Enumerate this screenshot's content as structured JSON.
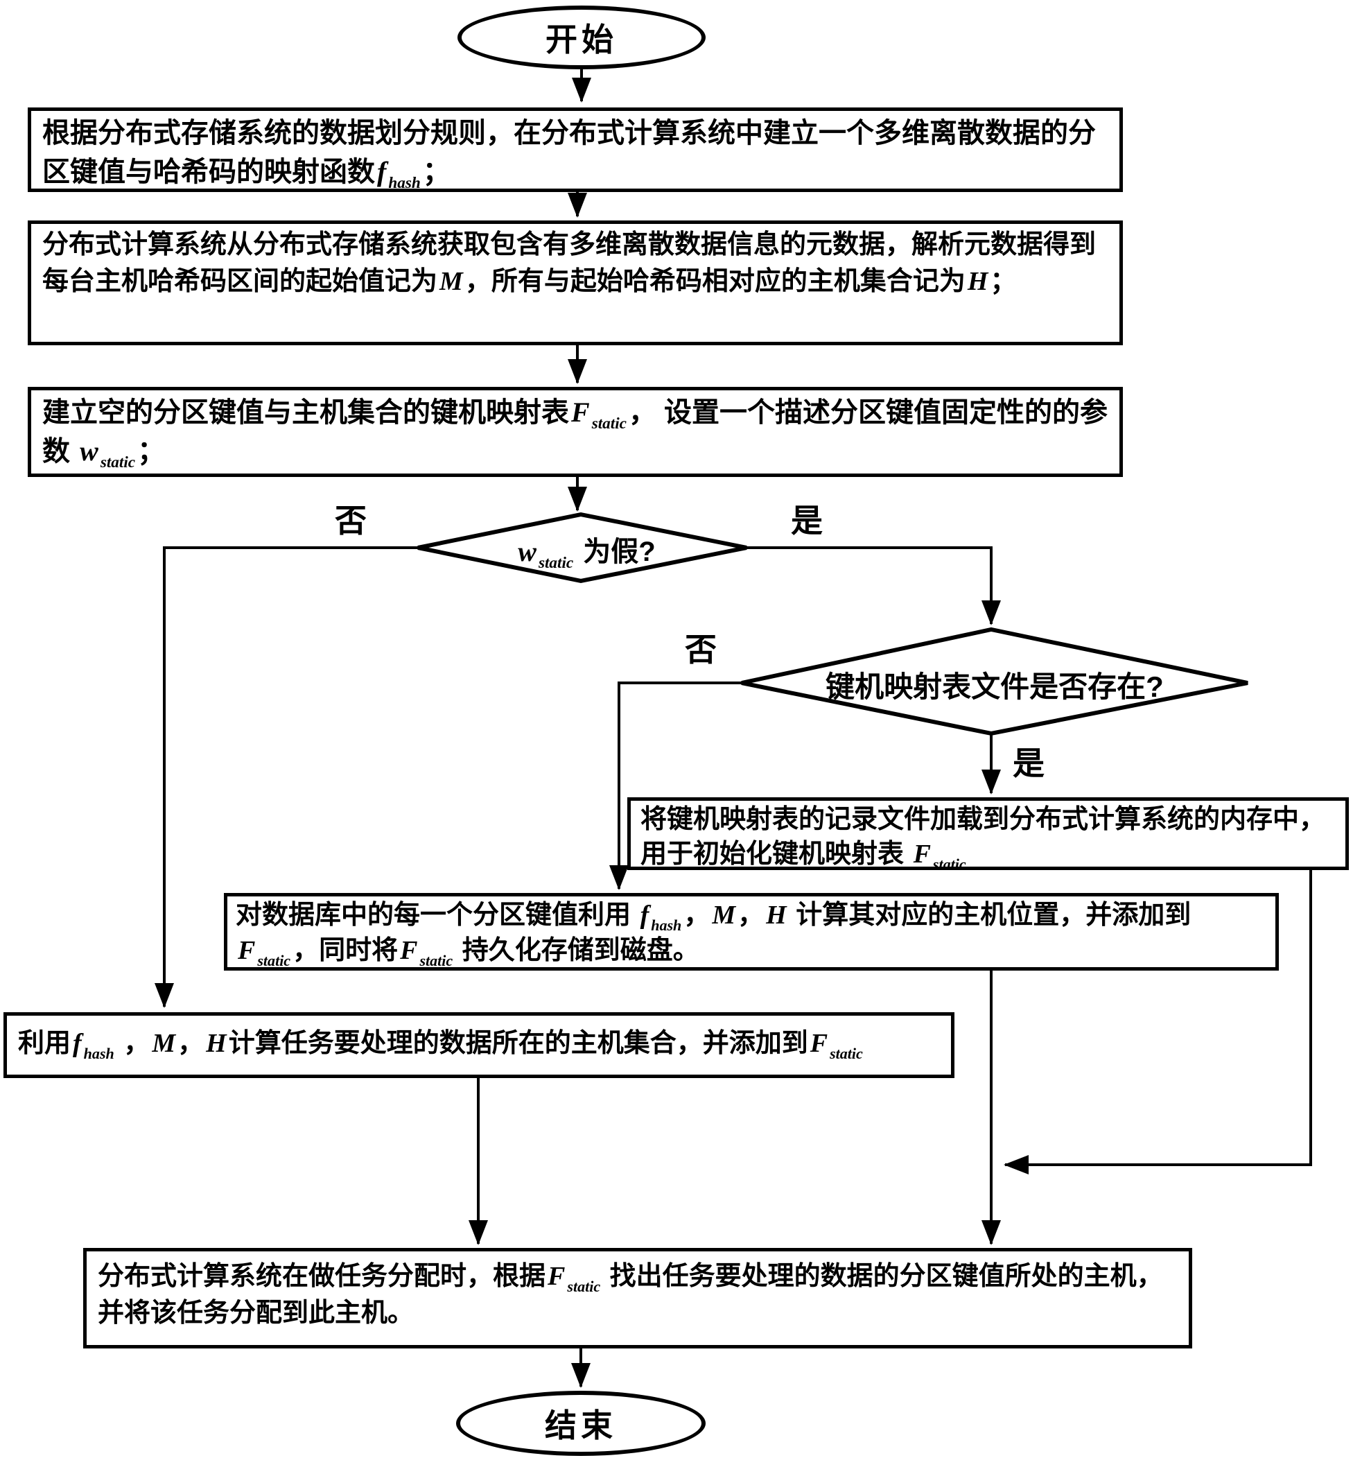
{
  "colors": {
    "stroke": "#000000",
    "background": "#ffffff"
  },
  "nodes": {
    "start": {
      "label": "开始"
    },
    "step1": {
      "segments": [
        {
          "t": "根据分布式存储系统的数据划分规则，在分布式计算系统中建立一个多维离散数据的分区键值与哈希码的映射函数"
        },
        {
          "v": "f",
          "s": "hash"
        },
        {
          "t": "；"
        }
      ]
    },
    "step2": {
      "segments": [
        {
          "t": "分布式计算系统从分布式存储系统获取包含有多维离散数据信息的元数据，解析元数据得到每台主机哈希码区间的起始值记为"
        },
        {
          "v": "M"
        },
        {
          "t": "，所有与起始哈希码相对应的主机集合记为"
        },
        {
          "v": "H"
        },
        {
          "t": "；"
        }
      ]
    },
    "step3": {
      "segments": [
        {
          "t": "建立空的分区键值与主机集合的键机映射表"
        },
        {
          "v": "F",
          "s": "static"
        },
        {
          "t": "， 设置一个描述分区键值固定性的的参数 "
        },
        {
          "v": "w",
          "s": "static"
        },
        {
          "t": "；"
        }
      ]
    },
    "decision1": {
      "segments": [
        {
          "v": "w",
          "s": "static"
        },
        {
          "t": " 为假?"
        }
      ]
    },
    "decision2": {
      "segments": [
        {
          "t": "键机映射表文件是否存在?"
        }
      ]
    },
    "step4": {
      "segments": [
        {
          "t": "将键机映射表的记录文件加载到分布式计算系统的内存中，用于初始化键机映射表 "
        },
        {
          "v": "F",
          "s": "static"
        }
      ]
    },
    "step5": {
      "segments": [
        {
          "t": "对数据库中的每一个分区键值利用 "
        },
        {
          "v": "f",
          "s": "hash"
        },
        {
          "t": "，"
        },
        {
          "v": "M"
        },
        {
          "t": "，"
        },
        {
          "v": "H"
        },
        {
          "t": " 计算其对应的主机位置，并添加到 "
        },
        {
          "v": "F",
          "s": "static"
        },
        {
          "t": "，同时将"
        },
        {
          "v": "F",
          "s": "static"
        },
        {
          "t": " 持久化存储到磁盘。"
        }
      ]
    },
    "step6": {
      "segments": [
        {
          "t": "利用"
        },
        {
          "v": "f",
          "s": "hash"
        },
        {
          "t": " ，"
        },
        {
          "v": "M"
        },
        {
          "t": "，"
        },
        {
          "v": "H"
        },
        {
          "t": "计算任务要处理的数据所在的主机集合，并添加到"
        },
        {
          "v": "F",
          "s": "static"
        }
      ]
    },
    "step7": {
      "segments": [
        {
          "t": "分布式计算系统在做任务分配时，根据"
        },
        {
          "v": "F",
          "s": "static"
        },
        {
          "t": " 找出任务要处理的数据的分区键值所处的主机，并将该任务分配到此主机。"
        }
      ]
    },
    "end": {
      "label": "结束"
    }
  },
  "edge_labels": {
    "d1_no": "否",
    "d1_yes": "是",
    "d2_no": "否",
    "d2_yes": "是"
  }
}
